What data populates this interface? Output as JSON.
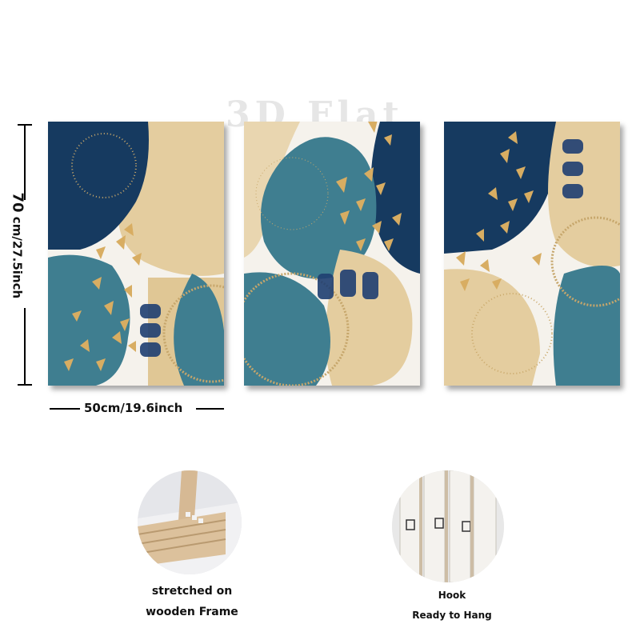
{
  "watermark": "3D Flat",
  "dimensions": {
    "height_big": "70",
    "height_rest": "cm/27.5inch",
    "width_label": "50cm/19.6inch"
  },
  "features": {
    "frame": {
      "line1": "stretched on",
      "line2": "wooden Frame"
    },
    "hook": {
      "line1": "Hook",
      "line2": "Ready to Hang"
    }
  },
  "colors": {
    "navy": "#14365a",
    "teal": "#3f7e90",
    "beige": "#e6cfa0",
    "gold": "#d6a85a"
  }
}
